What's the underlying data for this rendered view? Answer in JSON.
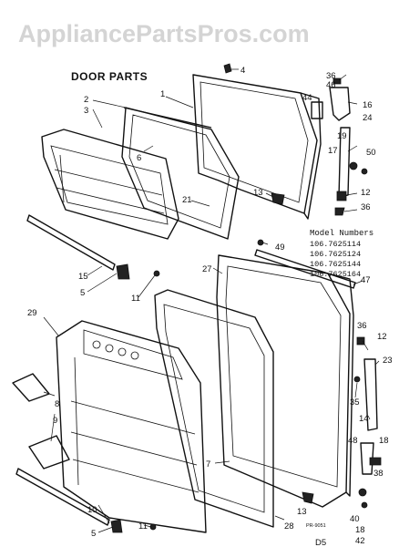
{
  "watermark": "AppliancePartsPros.com",
  "title": "DOOR PARTS",
  "model_numbers": {
    "heading": "Model Numbers",
    "items": [
      "106.7625114",
      "106.7625124",
      "106.7625144",
      "106.7625164"
    ]
  },
  "callouts": {
    "c1": "1",
    "c2": "2",
    "c3": "3",
    "c4": "4",
    "c5a": "5",
    "c5b": "5",
    "c6": "6",
    "c7": "7",
    "c8": "8",
    "c9": "9",
    "c10": "10",
    "c11a": "11",
    "c11b": "11",
    "c12a": "12",
    "c12b": "12",
    "c13a": "13",
    "c13b": "13",
    "c14": "14",
    "c15": "15",
    "c16": "16",
    "c17": "17",
    "c18a": "18",
    "c18b": "18",
    "c19": "19",
    "c21": "21",
    "c23": "23",
    "c24": "24",
    "c27": "27",
    "c28": "28",
    "c29": "29",
    "c35": "35",
    "c36a": "36",
    "c36b": "36",
    "c36c": "36",
    "c38": "38",
    "c40": "40",
    "c42": "42",
    "c44": "44",
    "c46": "46",
    "c47": "47",
    "c48": "48",
    "c49": "49",
    "c50": "50"
  },
  "footer_code": "PR-9051",
  "page_code": "D5"
}
